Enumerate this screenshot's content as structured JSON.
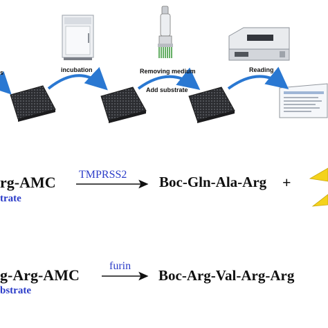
{
  "workflow": {
    "step_cut_label": "s",
    "step_incubation": "incubation",
    "step_removing": "Removing medium",
    "step_add_substrate": "Add substrate",
    "step_reading": "Reading"
  },
  "reaction1": {
    "substrate_cut": "rg-AMC",
    "enzyme": "TMPRSS2",
    "product": "Boc-Gln-Ala-Arg",
    "plus": "+",
    "label_cut": "trate"
  },
  "reaction2": {
    "substrate_cut": "g-Arg-AMC",
    "enzyme": "furin",
    "product": "Boc-Arg-Val-Arg-Arg",
    "label_cut": "bstrate"
  },
  "colors": {
    "enzyme_text": "#1f2fb8",
    "arrow_blue": "#2a78d2",
    "product_shape": "#f4d21c",
    "plate": "#2e2f33"
  }
}
